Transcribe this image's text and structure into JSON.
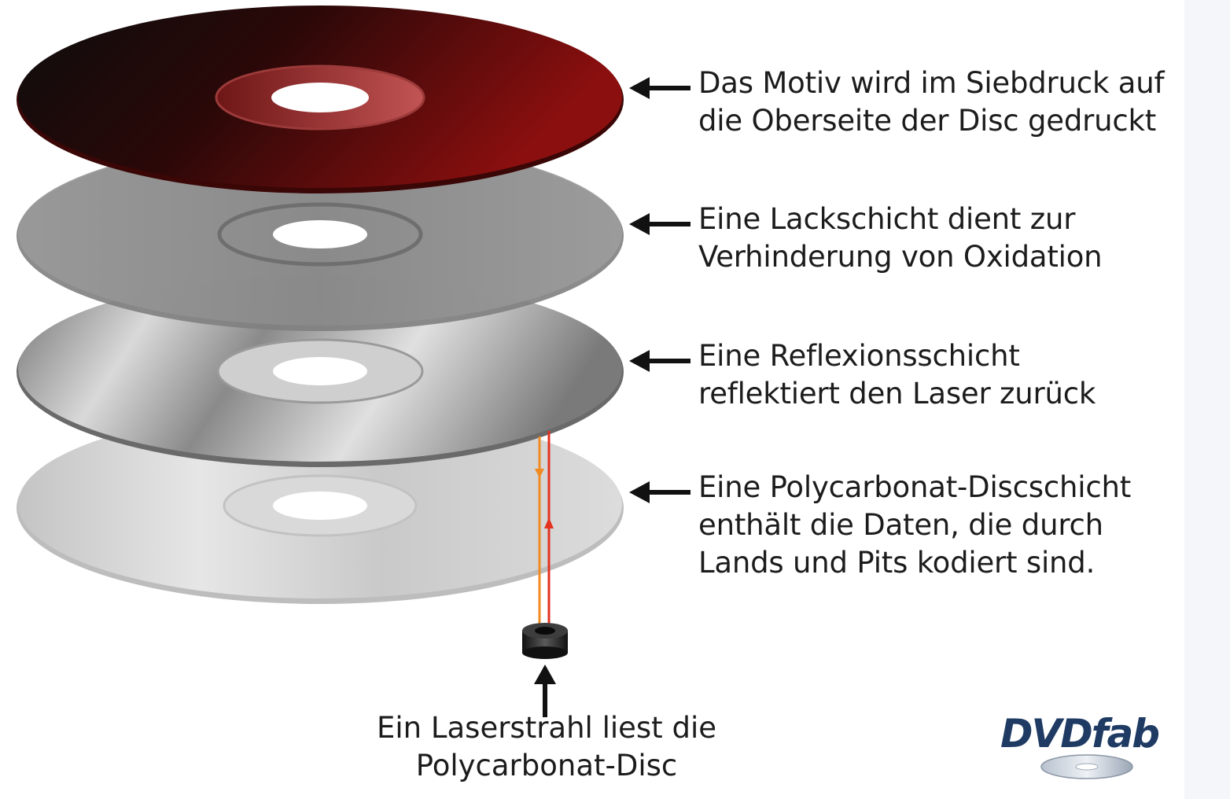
{
  "labels": {
    "layer1": [
      "Das Motiv wird im Siebdruck auf",
      "die Oberseite der Disc gedruckt"
    ],
    "layer2": [
      "Eine Lackschicht dient zur",
      "Verhinderung von Oxidation"
    ],
    "layer3": [
      "Eine Reflexionsschicht",
      "reflektiert den Laser zurück"
    ],
    "layer4": [
      "Eine Polycarbonat-Discschicht",
      "enthält die Daten, die durch",
      "Lands und Pits kodiert sind."
    ],
    "laser": [
      "Ein Laserstrahl liest die",
      "Polycarbonat-Disc"
    ]
  },
  "logo": {
    "text": "DVDfab"
  },
  "colors": {
    "print_layer": "#8a1010",
    "lacquer_layer": "#8f8f8f",
    "reflective_layer": "#b5b5b5",
    "polycarbonate_layer": "#cfcfcf",
    "laser_beam": "#e3321f",
    "laser_beam_return": "#f08a22",
    "text": "#1c1c1c",
    "logo": "#1f3b63"
  },
  "icons": [
    "arrow-left-icon",
    "arrow-up-icon",
    "laser-lens-icon",
    "disc-logo-icon"
  ]
}
